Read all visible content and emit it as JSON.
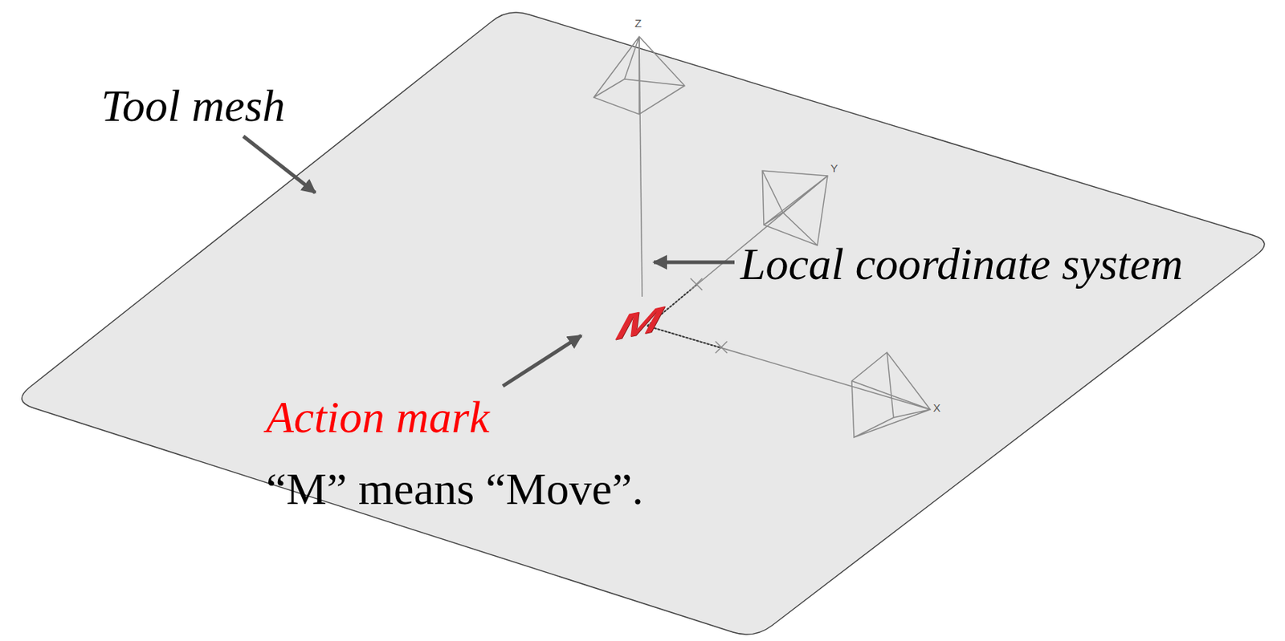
{
  "diagram": {
    "labels": [
      "Tool mesh",
      "Local coordinate system",
      "Action mark",
      "“M” means “Move”.",
      "Z",
      "Y",
      "X",
      "M"
    ]
  }
}
